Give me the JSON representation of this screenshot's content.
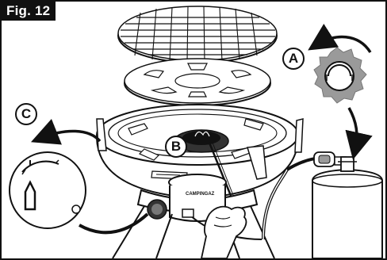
{
  "figure": {
    "label": "Fig. 12"
  },
  "callouts": {
    "a": "A",
    "b": "B",
    "c": "C"
  },
  "icons": [
    "gas-cylinder-icon",
    "regulator-knob-icon",
    "burner-dial-icon",
    "flame-symbol-icon",
    "rotate-arrow-icon",
    "hand-icon",
    "grill-grate-icon"
  ],
  "colors": {
    "ink": "#111111",
    "gray_fill": "#9a9a9a",
    "dark_gray": "#555555",
    "background": "#ffffff"
  }
}
